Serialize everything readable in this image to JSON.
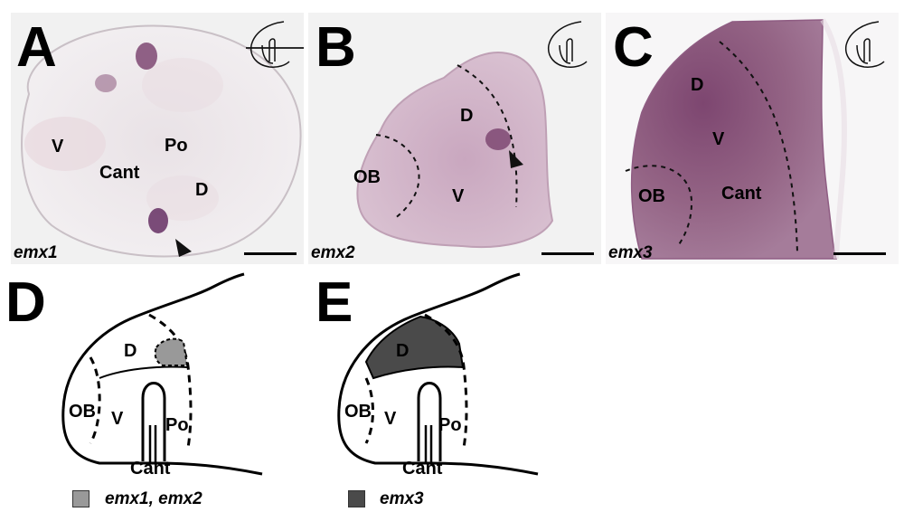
{
  "colors": {
    "pale_tissue": "#ece7ea",
    "purple_tissue": "#a17795",
    "dark_purple_tissue": "#7e4872",
    "stain": "#6d3a6a",
    "legend_light": "#999999",
    "legend_dark": "#4a4a4a",
    "photo_bg": "#f1f1f1"
  },
  "panels": {
    "A": {
      "label": "A",
      "gene": "emx1",
      "regions": {
        "v": "V",
        "po": "Po",
        "cant": "Cant",
        "d": "D"
      }
    },
    "B": {
      "label": "B",
      "gene": "emx2",
      "regions": {
        "d": "D",
        "ob": "OB",
        "v": "V"
      }
    },
    "C": {
      "label": "C",
      "gene": "emx3",
      "regions": {
        "d": "D",
        "v": "V",
        "ob": "OB",
        "cant": "Cant"
      }
    },
    "D": {
      "label": "D",
      "regions": {
        "d": "D",
        "ob": "OB",
        "v": "V",
        "po": "Po",
        "cant": "Cant"
      },
      "legend": {
        "text": "emx1, emx2"
      }
    },
    "E": {
      "label": "E",
      "regions": {
        "d": "D",
        "ob": "OB",
        "v": "V",
        "po": "Po",
        "cant": "Cant"
      },
      "legend": {
        "text": "emx3"
      }
    }
  }
}
